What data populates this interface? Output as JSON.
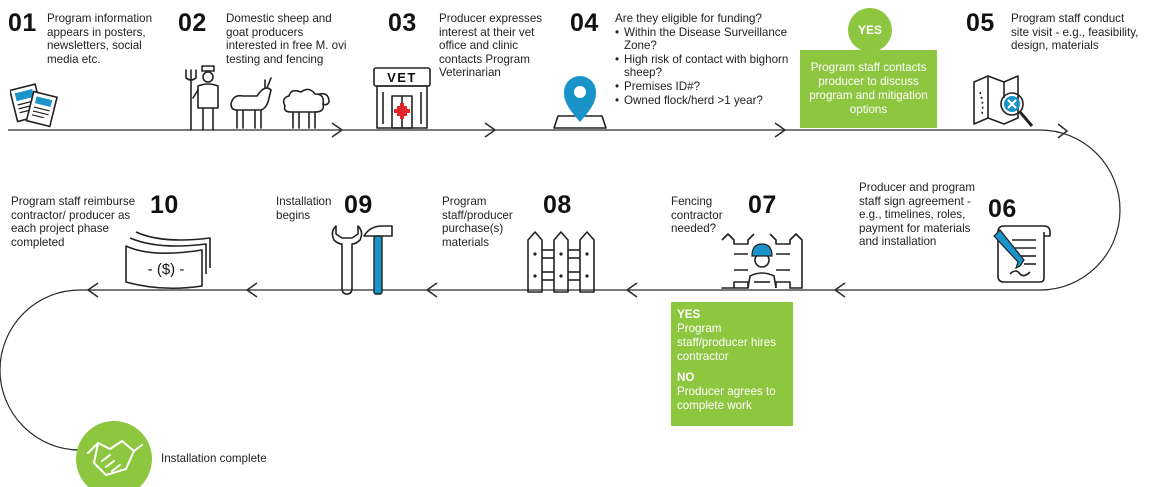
{
  "steps": [
    {
      "num": "01",
      "text": "Program information appears in posters, newsletters, social media etc.",
      "icon": "newspaper-icon"
    },
    {
      "num": "02",
      "text": "Domestic sheep and goat producers interested in free M. ovi testing and fencing",
      "icon": "farmer-sheep-goat-icon"
    },
    {
      "num": "03",
      "text": "Producer expresses interest at their vet office and clinic contacts Program Veterinarian",
      "icon": "vet-clinic-icon",
      "icon_text": "VET"
    },
    {
      "num": "04",
      "text": "Are they eligible for funding?",
      "bullets": [
        "Within the Disease Surveillance Zone?",
        "High risk of contact with bighorn sheep?",
        "Premises ID#?",
        "Owned flock/herd >1 year?"
      ],
      "icon": "map-pin-icon"
    },
    {
      "num": "05",
      "text": "Program staff conduct site visit - e.g., feasibility, design, materials",
      "icon": "map-magnifier-icon"
    },
    {
      "num": "06",
      "text": "Producer and program staff sign agreement - e.g., timelines, roles, payment for materials and installation",
      "icon": "contract-signing-icon"
    },
    {
      "num": "07",
      "text": "Fencing contractor needed?",
      "icon": "fence-worker-icon"
    },
    {
      "num": "08",
      "text": "Program staff/producer purchase(s) materials",
      "icon": "fence-icon"
    },
    {
      "num": "09",
      "text": "Installation begins",
      "icon": "wrench-hammer-icon"
    },
    {
      "num": "10",
      "text": "Program staff reimburse contractor/ producer as each project phase completed",
      "icon": "money-bill-icon",
      "icon_text": "- ($) -"
    }
  ],
  "yes_badge": "YES",
  "yes_box_text": "Program staff contacts producer to discuss program and mitigation options",
  "contractor_box": {
    "yes_head": "YES",
    "yes_text": "Program staff/producer hires contractor",
    "no_head": "NO",
    "no_text": "Producer agrees to complete work"
  },
  "complete_text": "Installation complete",
  "colors": {
    "accent": "#8dc63f",
    "teal": "#1a93c9",
    "ink": "#111111",
    "line": "#2b2b2b",
    "red": "#e0262a"
  }
}
